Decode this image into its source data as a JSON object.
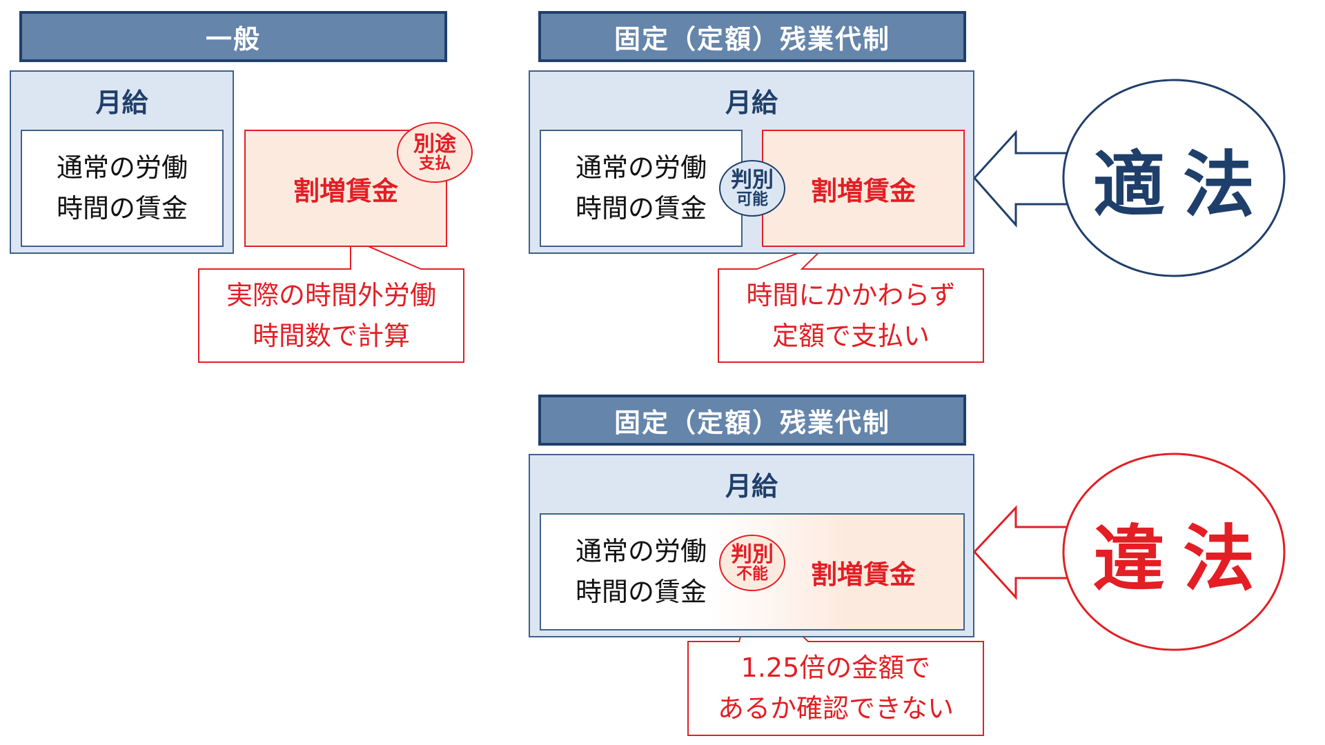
{
  "general": {
    "header": "一般",
    "monthly_label": "月給",
    "normal_wage": [
      "通常の労働",
      "時間の賃金"
    ],
    "premium_label": "割増賃金",
    "badge": [
      "別途",
      "支払"
    ],
    "callout": [
      "実際の時間外労働",
      "時間数で計算"
    ]
  },
  "fixed_legal": {
    "header": "固定（定額）残業代制",
    "monthly_label": "月給",
    "normal_wage": [
      "通常の労働",
      "時間の賃金"
    ],
    "premium_label": "割増賃金",
    "badge": [
      "判別",
      "可能"
    ],
    "callout": [
      "時間にかかわらず",
      "定額で支払い"
    ],
    "verdict": "適法"
  },
  "fixed_illegal": {
    "header": "固定（定額）残業代制",
    "monthly_label": "月給",
    "normal_wage": [
      "通常の労働",
      "時間の賃金"
    ],
    "premium_label": "割増賃金",
    "badge": [
      "判別",
      "不能"
    ],
    "callout": [
      "1.25倍の金額で",
      "あるか確認できない"
    ],
    "verdict": "違法"
  },
  "colors": {
    "header_fill": "#6585aa",
    "header_border": "#1f3f6b",
    "monthly_fill": "#dce6f2",
    "premium_fill": "#fdeadf",
    "accent_red": "#e31e24",
    "legal_text": "#1f3f6b",
    "illegal_text": "#e31e24"
  }
}
